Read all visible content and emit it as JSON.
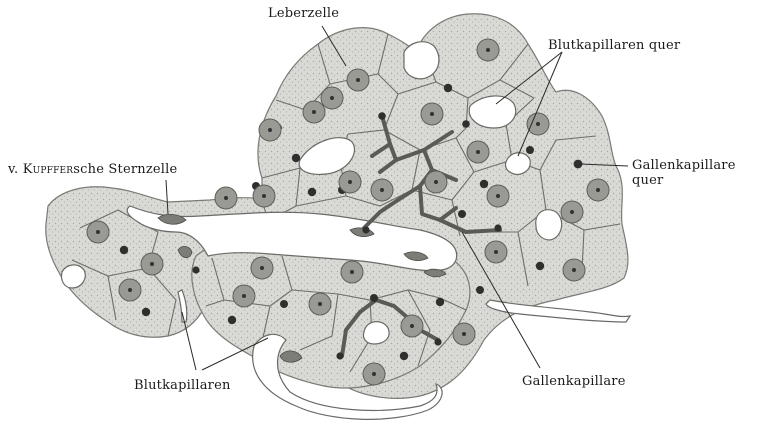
{
  "figure": {
    "colors": {
      "tissue": "#d8d8d4",
      "cell_outline": "#6a6a66",
      "nucleus": "#8f8f8a",
      "nucleolus": "#3a3a38",
      "capillary": "#ffffff",
      "bile_canal": "#555552",
      "stellate_cell": "#7a7a75",
      "label_text": "#1a1a1a"
    },
    "labels": {
      "leberzelle": "Leberzelle",
      "blutkapillaren_quer": "Blutkapillaren quer",
      "kupffer_prefix": "v.",
      "kupffer_name": "Kupffer",
      "kupffer_suffix": "sche Sternzelle",
      "gallenkapillare_quer_line1": "Gallenkapillare",
      "gallenkapillare_quer_line2": "quer",
      "blutkapillaren": "Blutkapillaren",
      "gallenkapillare": "Gallenkapillare"
    }
  }
}
